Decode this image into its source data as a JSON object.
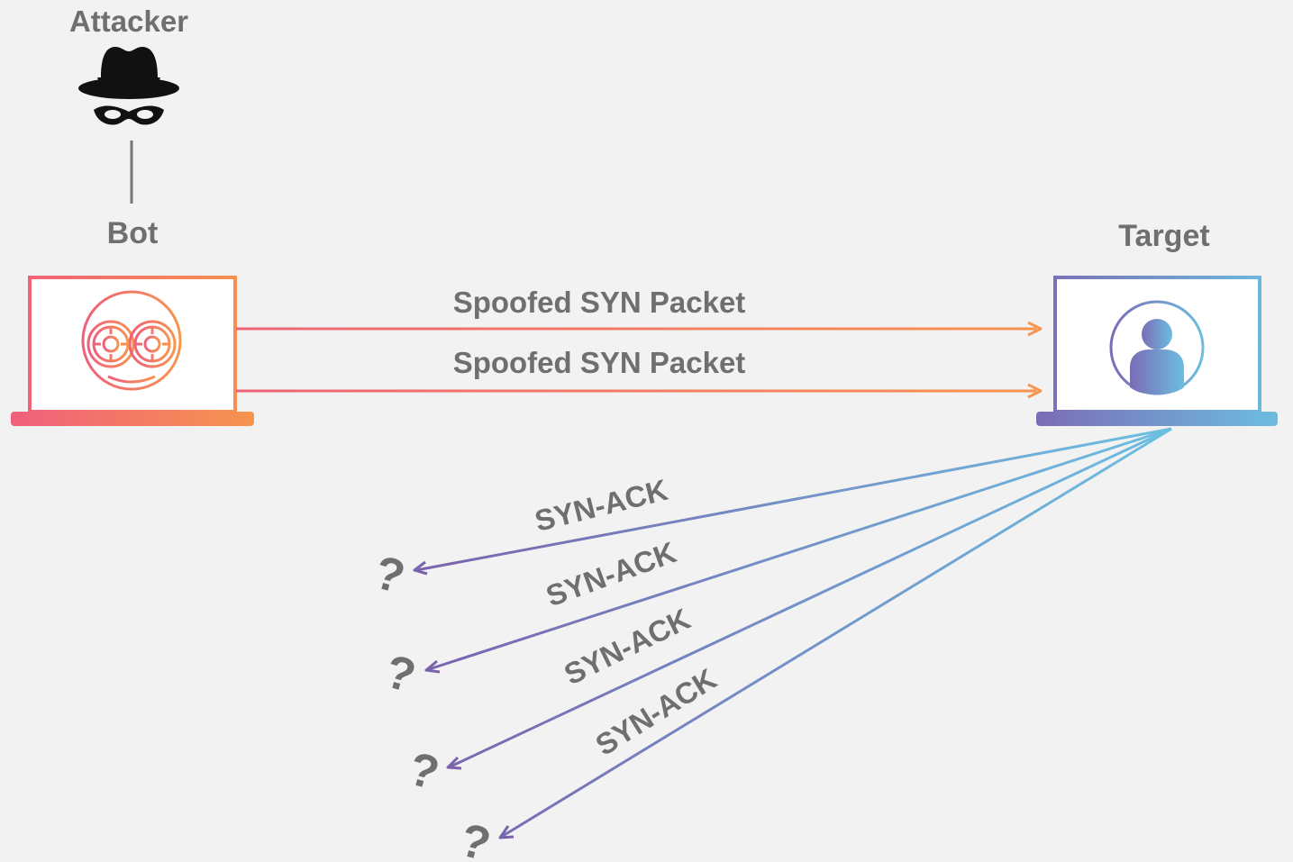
{
  "nodes": {
    "attacker": {
      "label": "Attacker"
    },
    "bot": {
      "label": "Bot"
    },
    "target": {
      "label": "Target"
    }
  },
  "edges": {
    "syn": [
      {
        "label": "Spoofed SYN Packet"
      },
      {
        "label": "Spoofed SYN Packet"
      }
    ],
    "synack": [
      {
        "label": "SYN-ACK",
        "dest": "?"
      },
      {
        "label": "SYN-ACK",
        "dest": "?"
      },
      {
        "label": "SYN-ACK",
        "dest": "?"
      },
      {
        "label": "SYN-ACK",
        "dest": "?"
      }
    ]
  },
  "colors": {
    "bot_gradient": [
      "#ef5f7c",
      "#f7944e"
    ],
    "target_gradient": [
      "#7b6cb6",
      "#6cbde0"
    ],
    "label": "#6f6f6f",
    "attacker_icon": "#111111",
    "background": "#f2f2f2"
  },
  "icons": {
    "attacker": "spy-hat-mask-icon",
    "bot": "robot-face-icon",
    "target": "user-icon"
  }
}
